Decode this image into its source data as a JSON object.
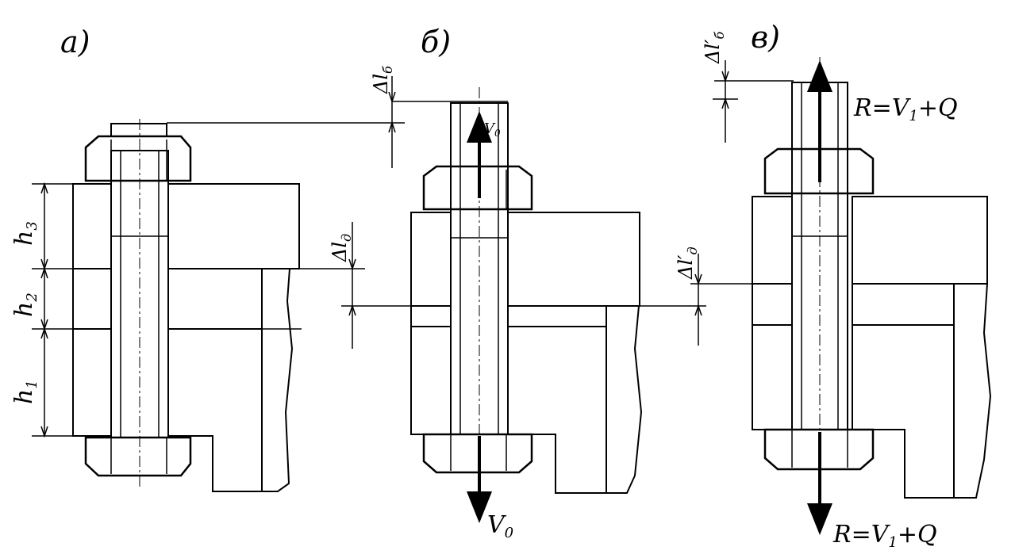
{
  "views": {
    "a": {
      "label": "а)"
    },
    "b": {
      "label": "б)"
    },
    "c": {
      "label": "в)"
    }
  },
  "dims": {
    "h1": "h",
    "h1_sub": "1",
    "h2": "h",
    "h2_sub": "2",
    "h3": "h",
    "h3_sub": "3",
    "dlb": "Δl",
    "dlb_sub": "б",
    "dlb2": "Δl′",
    "dlb2_sub": "б",
    "dld": "Δl",
    "dld_sub": "д",
    "dld2": "Δl′",
    "dld2_sub": "д"
  },
  "forces": {
    "v0_top": "V",
    "v0_top_sub": "0",
    "v0_bottom": "V",
    "v0_bottom_sub": "0",
    "r_top": "R=V",
    "r_top_sub": "1",
    "r_top_tail": "+Q",
    "r_bottom": "R=V",
    "r_bottom_sub": "1",
    "r_bottom_tail": "+Q"
  },
  "colors": {
    "ink": "#000000",
    "paper": "#ffffff"
  }
}
